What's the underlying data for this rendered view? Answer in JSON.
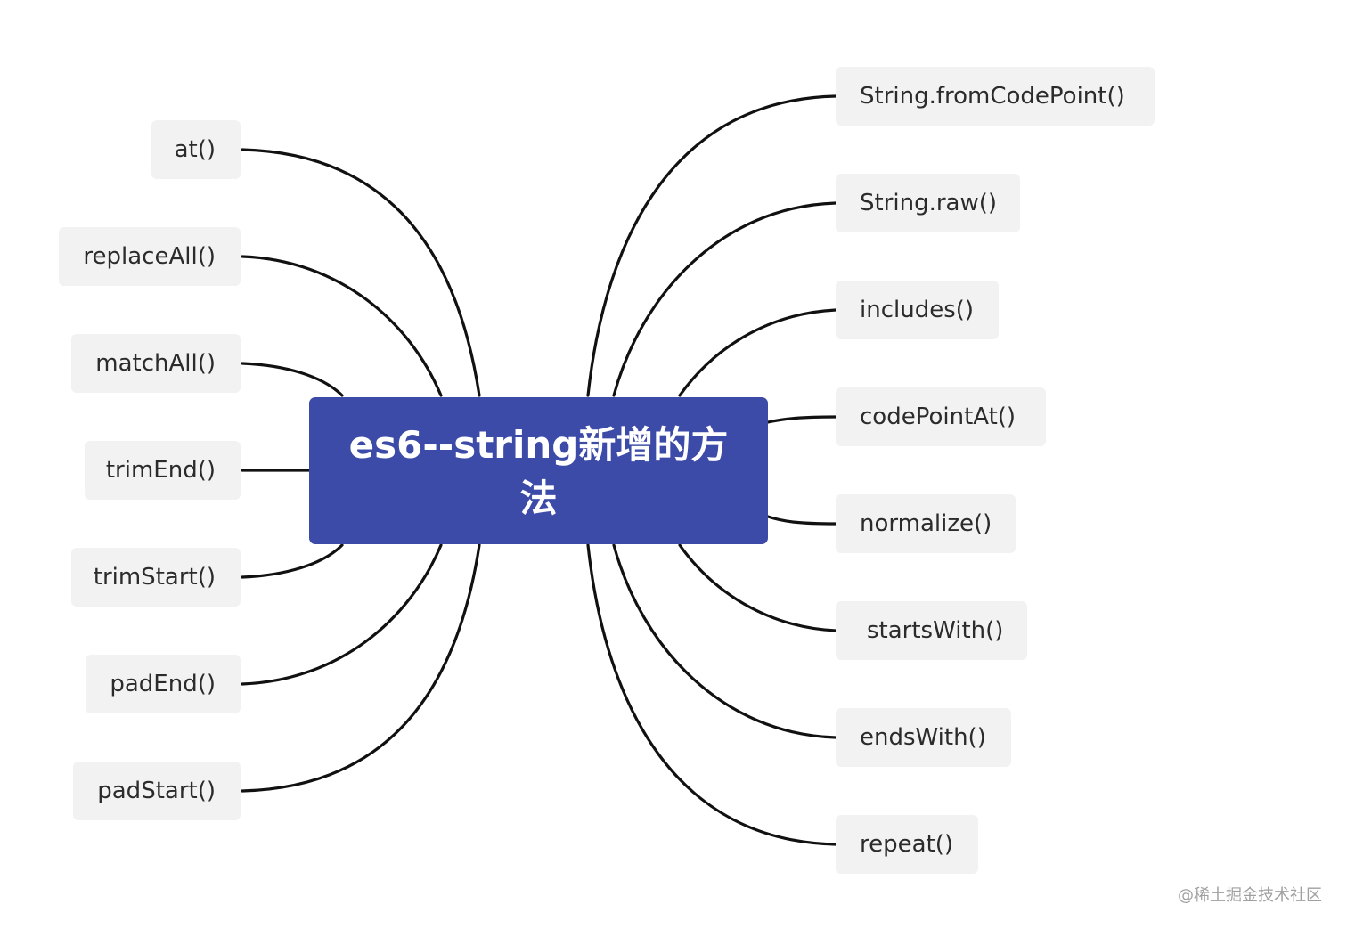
{
  "root": {
    "label": "es6--string新增的方法"
  },
  "left_nodes": [
    {
      "label": "at()"
    },
    {
      "label": "replaceAll()"
    },
    {
      "label": "matchAll()"
    },
    {
      "label": "trimEnd()"
    },
    {
      "label": "trimStart()"
    },
    {
      "label": "padEnd()"
    },
    {
      "label": "padStart()"
    }
  ],
  "right_nodes": [
    {
      "label": "String.fromCodePoint()"
    },
    {
      "label": "String.raw()"
    },
    {
      "label": "includes()"
    },
    {
      "label": "codePointAt()"
    },
    {
      "label": "normalize()"
    },
    {
      "label": "startsWith()"
    },
    {
      "label": "endsWith()"
    },
    {
      "label": "repeat()"
    }
  ],
  "watermark": {
    "text": "@稀土掘金技术社区"
  },
  "colors": {
    "root_fill": "#3c4aa8",
    "node_fill": "#f2f2f2",
    "link_stroke": "#111111",
    "text": "#2b2b2b"
  }
}
